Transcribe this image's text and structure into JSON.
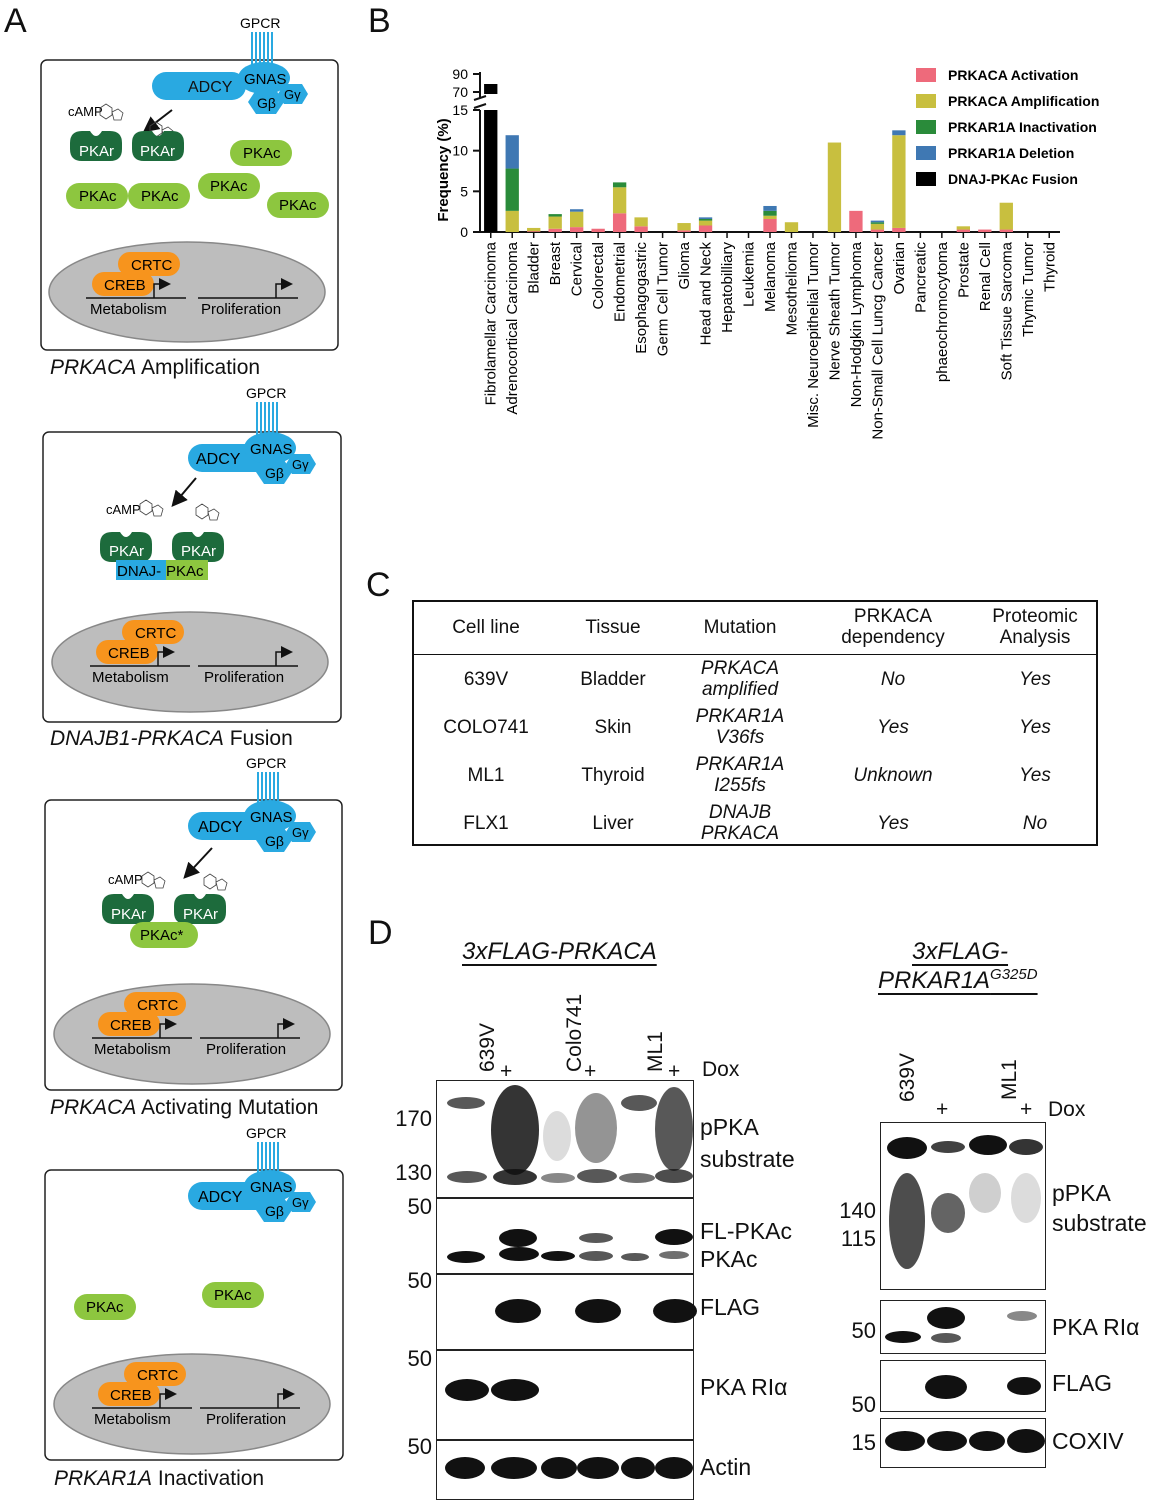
{
  "panels": {
    "A": "A",
    "B": "B",
    "C": "C",
    "D": "D"
  },
  "panel_a": {
    "gpcr": "GPCR",
    "adcy": "ADCY",
    "gnas": "GNAS",
    "gb": "Gβ",
    "gy": "Gγ",
    "camp": "cAMP",
    "pkar": "PKAr",
    "pkac": "PKAc",
    "pkac_star": "PKAc*",
    "dnaj": "DNAJ-",
    "crtc": "CRTC",
    "creb": "CREB",
    "metabolism": "Metabolism",
    "proliferation": "Proliferation",
    "captions": [
      {
        "gene": "PRKACA",
        "rest": " Amplification"
      },
      {
        "gene": "DNAJB1-PRKACA",
        "rest": " Fusion"
      },
      {
        "gene": "PRKACA",
        "rest": " Activating Mutation"
      },
      {
        "gene": "PRKAR1A",
        "rest": " Inactivation"
      }
    ]
  },
  "colors": {
    "activation": "#ee6a7b",
    "amplification": "#c8bf3f",
    "inactivation": "#2a8b3a",
    "deletion": "#3f78b3",
    "fusion": "#000000",
    "adcy": "#29a9e1",
    "pkar": "#1d6b3c",
    "pkac": "#8dc63f",
    "crtc": "#f7941d",
    "nucleus": "#bdbdbd"
  },
  "chart_data": {
    "type": "bar",
    "ylabel": "Frequency (%)",
    "y_ticks_lower": [
      0,
      5,
      10,
      15
    ],
    "y_ticks_upper": [
      70,
      90
    ],
    "ylim": [
      0,
      15
    ],
    "broken_axis": true,
    "legend_position": "top-right",
    "categories": [
      "Fibrolamellar Carcinoma",
      "Adrenocortical Carcinoma",
      "Bladder",
      "Breast",
      "Cervical",
      "Colorectal",
      "Endometrial",
      "Esophagogastric",
      "Germ Cell Tumor",
      "Glioma",
      "Head and Neck",
      "Hepatobilliary",
      "Leukemia",
      "Melanoma",
      "Mesothelioma",
      "Misc. Neuroepithelial Tumor",
      "Nerve Sheath Tumor",
      "Non-Hodgkin Lymphoma",
      "Non-Small Cell Luncg Cancer",
      "Ovarian",
      "Pancreatic",
      "phaeochromocytoma",
      "Prostate",
      "Renal Cell",
      "Soft Tissue Sarcoma",
      "Thymic Tumor",
      "Thyroid"
    ],
    "series": [
      {
        "name": "PRKACA Activation",
        "color": "#ee6a7b",
        "values": [
          0,
          0,
          0.1,
          0.4,
          0.6,
          0.4,
          2.3,
          0.7,
          0,
          0.2,
          0.8,
          0,
          0,
          1.6,
          0,
          0,
          0,
          2.6,
          0.3,
          0.5,
          0,
          0,
          0.3,
          0.3,
          0.3,
          0,
          0
        ]
      },
      {
        "name": "PRKACA Amplification",
        "color": "#c8bf3f",
        "values": [
          0,
          2.6,
          0.4,
          1.5,
          1.9,
          0,
          3.2,
          1.1,
          0,
          0.9,
          0.6,
          0,
          0,
          0.4,
          1.2,
          0,
          11.0,
          0,
          0.7,
          11.4,
          0,
          0,
          0.4,
          0,
          3.3,
          0,
          0
        ]
      },
      {
        "name": "PRKAR1A Inactivation",
        "color": "#2a8b3a",
        "values": [
          0,
          5.2,
          0,
          0.3,
          0,
          0,
          0.6,
          0,
          0,
          0,
          0.2,
          0,
          0,
          0.6,
          0,
          0,
          0,
          0,
          0.2,
          0,
          0,
          0,
          0,
          0,
          0,
          0,
          0
        ]
      },
      {
        "name": "PRKAR1A Deletion",
        "color": "#3f78b3",
        "values": [
          0,
          4.1,
          0,
          0,
          0.3,
          0,
          0,
          0,
          0,
          0,
          0.2,
          0,
          0,
          0.6,
          0,
          0,
          0,
          0,
          0.2,
          0.6,
          0,
          0,
          0,
          0,
          0,
          0,
          0
        ]
      },
      {
        "name": "DNAJ-PKAc Fusion",
        "color": "#000000",
        "values": [
          80,
          0,
          0,
          0,
          0,
          0,
          0,
          0,
          0,
          0,
          0,
          0,
          0,
          0,
          0,
          0,
          0,
          0,
          0,
          0,
          0,
          0,
          0,
          0,
          0,
          0,
          0
        ]
      }
    ]
  },
  "table": {
    "headers": [
      [
        "Cell line"
      ],
      [
        "Tissue"
      ],
      [
        "Mutation"
      ],
      [
        "PRKACA",
        "dependency"
      ],
      [
        "Proteomic",
        "Analysis"
      ]
    ],
    "rows": [
      {
        "cell": "639V",
        "tissue": "Bladder",
        "mut": [
          "PRKACA",
          "amplified"
        ],
        "dep": "No",
        "prot": "Yes"
      },
      {
        "cell": "COLO741",
        "tissue": "Skin",
        "mut": [
          "PRKAR1A",
          "V36fs"
        ],
        "dep": "Yes",
        "prot": "Yes"
      },
      {
        "cell": "ML1",
        "tissue": "Thyroid",
        "mut": [
          "PRKAR1A",
          "I255fs"
        ],
        "dep": "Unknown",
        "prot": "Yes"
      },
      {
        "cell": "FLX1",
        "tissue": "Liver",
        "mut": [
          "DNAJB",
          "PRKACA"
        ],
        "dep": "Yes",
        "prot": "No"
      }
    ]
  },
  "panel_d": {
    "left_title": "3xFLAG-PRKACA",
    "right_title_1": "3xFLAG-",
    "right_title_2": "PRKAR1A",
    "right_title_sup": "G325D",
    "left_lanes": [
      "639V",
      "Colo741",
      "ML1"
    ],
    "right_lanes": [
      "639V",
      "ML1"
    ],
    "plus": "+",
    "dox": "Dox",
    "left_labels": {
      "ppka": "pPKA",
      "substrate": "substrate",
      "flpkac": "FL-PKAc",
      "pkac": "PKAc",
      "flag": "FLAG",
      "rialpha": "PKA RIα",
      "actin": "Actin"
    },
    "left_mw": {
      "m170": "170",
      "m130": "130",
      "m50a": "50",
      "m50b": "50",
      "m50c": "50",
      "m50d": "50"
    },
    "right_labels": {
      "ppka": "pPKA",
      "substrate": "substrate",
      "rialpha": "PKA RIα",
      "flag": "FLAG",
      "coxiv": "COXIV"
    },
    "right_mw": {
      "m140": "140",
      "m115": "115",
      "m50a": "50",
      "m50b": "50",
      "m15": "15"
    }
  }
}
